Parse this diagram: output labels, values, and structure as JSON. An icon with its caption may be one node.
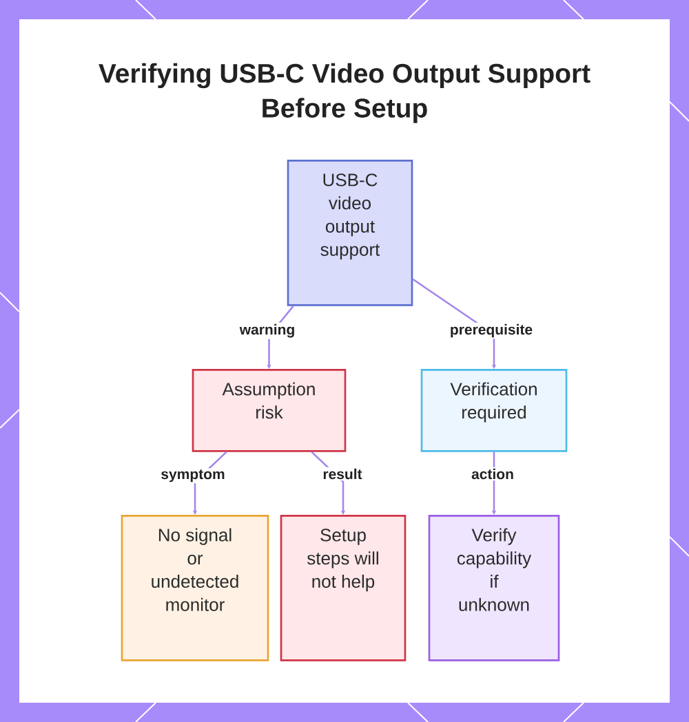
{
  "diagram": {
    "title": "Verifying USB-C Video Output Support Before Setup",
    "nodes": [
      {
        "text": [
          "USB-C video output support"
        ]
      },
      {
        "text": [
          "Assumption risk"
        ]
      },
      {
        "text": [
          "Verification required"
        ]
      },
      {
        "text": [
          "No signal or undetected monitor"
        ]
      },
      {
        "text": [
          "Setup steps will not help"
        ]
      },
      {
        "text": [
          "Verify capability if unknown"
        ]
      }
    ],
    "edges": [
      {
        "from": 0,
        "to": 1,
        "arrow": "to",
        "label": "warning"
      },
      {
        "from": 0,
        "to": 2,
        "arrow": "to",
        "label": "prerequisite"
      },
      {
        "from": 1,
        "to": 3,
        "arrow": "to",
        "label": "symptom"
      },
      {
        "from": 1,
        "to": 4,
        "arrow": "to",
        "label": "result"
      },
      {
        "from": 2,
        "to": 5,
        "arrow": "to",
        "label": "action"
      }
    ]
  }
}
